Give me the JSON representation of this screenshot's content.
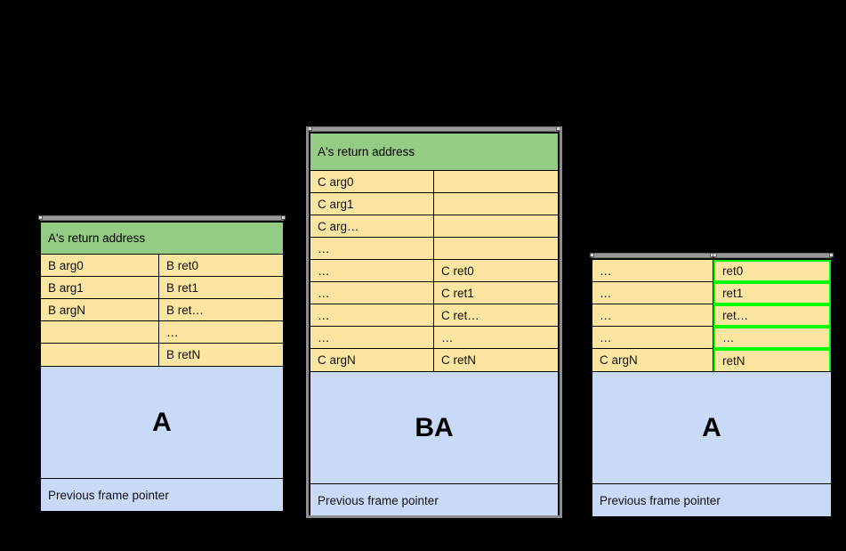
{
  "page": {
    "background_color": "#000000",
    "title": "Stack frame layout diagrams"
  },
  "colors": {
    "header_green": "#93cc82",
    "row_yellow": "#fce5a0",
    "body_blue": "#c9daf8",
    "highlight_green": "#00ff00",
    "border_black": "#000000",
    "chrome_gray": "#9a9a9a"
  },
  "diagrams": [
    {
      "id": "left",
      "header": "A's return address",
      "has_header": true,
      "rows": [
        {
          "left": "B arg0",
          "right": "B ret0",
          "right_highlight": false
        },
        {
          "left": "B arg1",
          "right": "B ret1",
          "right_highlight": false
        },
        {
          "left": "B argN",
          "right": "B ret…",
          "right_highlight": false
        },
        {
          "left": "",
          "right": "…",
          "right_highlight": false
        },
        {
          "left": "",
          "right": "B retN",
          "right_highlight": false
        }
      ],
      "body_label": "A",
      "footer": "Previous frame pointer"
    },
    {
      "id": "middle",
      "header": "A's return address",
      "has_header": true,
      "rows": [
        {
          "left": "C arg0",
          "right": "",
          "right_highlight": false
        },
        {
          "left": "C arg1",
          "right": "",
          "right_highlight": false
        },
        {
          "left": "C arg…",
          "right": "",
          "right_highlight": false
        },
        {
          "left": "…",
          "right": "",
          "right_highlight": false
        },
        {
          "left": "…",
          "right": "C ret0",
          "right_highlight": false
        },
        {
          "left": "…",
          "right": "C ret1",
          "right_highlight": false
        },
        {
          "left": "…",
          "right": "C ret…",
          "right_highlight": false
        },
        {
          "left": "…",
          "right": "…",
          "right_highlight": false
        },
        {
          "left": "C argN",
          "right": "C retN",
          "right_highlight": false
        }
      ],
      "body_label": "BA",
      "footer": "Previous frame pointer"
    },
    {
      "id": "right",
      "header": "",
      "has_header": false,
      "rows": [
        {
          "left": "…",
          "right": "ret0",
          "right_highlight": true
        },
        {
          "left": "…",
          "right": "ret1",
          "right_highlight": true
        },
        {
          "left": "…",
          "right": "ret…",
          "right_highlight": true
        },
        {
          "left": "…",
          "right": "…",
          "right_highlight": true
        },
        {
          "left": "C argN",
          "right": "retN",
          "right_highlight": true
        }
      ],
      "body_label": "A",
      "footer": "Previous frame pointer"
    }
  ]
}
